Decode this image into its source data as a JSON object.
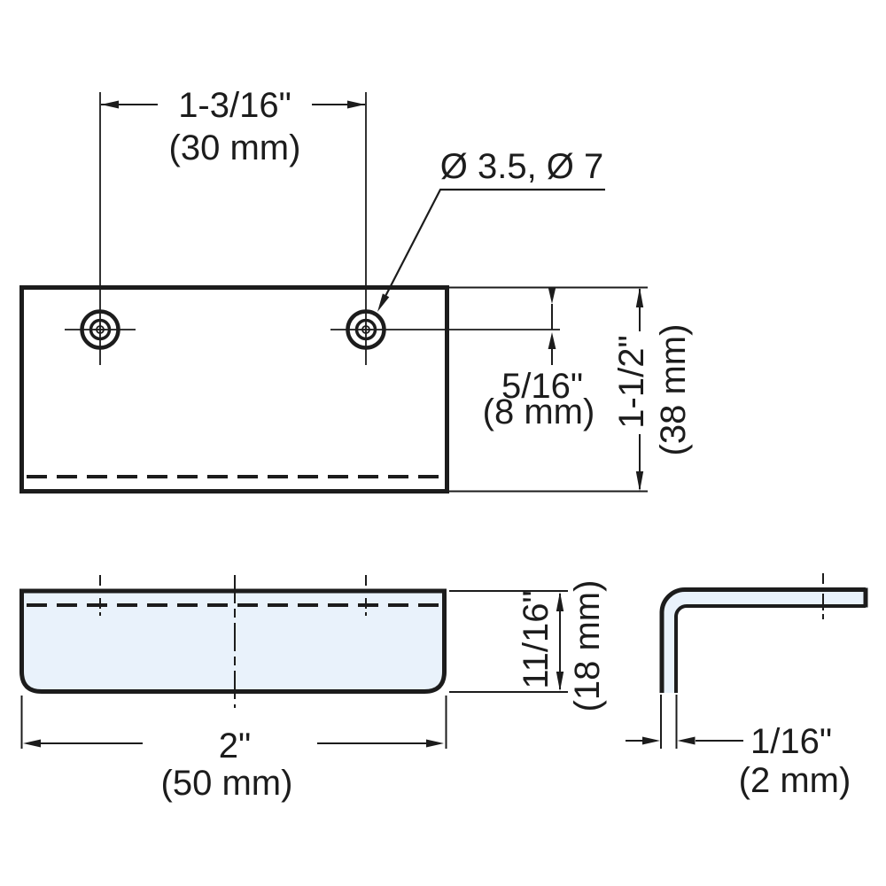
{
  "drawing": {
    "colors": {
      "line": "#1c1c1c",
      "fill": "#e9f2fb",
      "background": "#ffffff"
    },
    "dimensions": {
      "hole_spacing": {
        "imperial": "1-3/16\"",
        "metric": "(30 mm)"
      },
      "hole_diameters": {
        "label": "Ø 3.5, Ø 7"
      },
      "hole_edge_offset": {
        "imperial": "5/16\"",
        "metric": "(8 mm)"
      },
      "plate_depth": {
        "imperial": "1-1/2\"",
        "metric": "(38 mm)"
      },
      "overall_width": {
        "imperial": "2\"",
        "metric": "(50 mm)"
      },
      "front_height": {
        "imperial": "11/16\"",
        "metric": "(18 mm)"
      },
      "material_thickness": {
        "imperial": "1/16\"",
        "metric": "(2 mm)"
      }
    }
  }
}
